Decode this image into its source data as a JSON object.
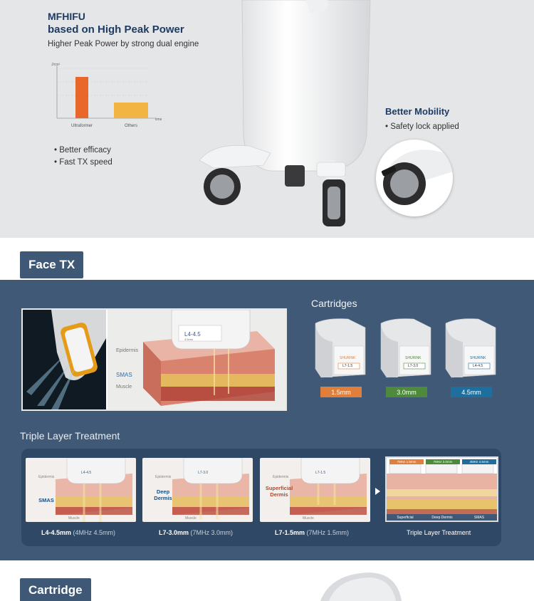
{
  "top": {
    "title_line1": "MFHIFU",
    "title_line2": "based on High Peak Power",
    "subtitle": "Higher Peak Power by strong dual engine",
    "chart_ylabel": "J/cm²",
    "chart_xlabel": "time",
    "bullets": [
      "Better efficacy",
      "Fast TX speed"
    ],
    "mobility_title": "Better Mobility",
    "mobility_bullet": "Safety lock applied"
  },
  "chart_data": {
    "type": "bar",
    "categories": [
      "Ultraformer",
      "Others"
    ],
    "values": [
      1.0,
      0.38
    ],
    "ylabel": "J/cm²",
    "xlabel": "time",
    "colors": [
      "#e8672a",
      "#f2b544"
    ]
  },
  "face_tx": {
    "tab_label": "Face TX",
    "hero_cartridge_text": "L4-4.5",
    "hero_cartridge_small": "4.5mm",
    "hero_layers": [
      "Epidermis",
      "SMAS",
      "Muscle"
    ],
    "cartridges_title": "Cartridges",
    "cartridges": [
      {
        "label": "1.5mm",
        "color": "#e07f3b",
        "code": "L7-1.5",
        "brand": "SHURINK"
      },
      {
        "label": "3.0mm",
        "color": "#4f8a3c",
        "code": "L7-3.0",
        "brand": "SHURINK"
      },
      {
        "label": "4.5mm",
        "color": "#1f6f9e",
        "code": "L4-4.5",
        "brand": "SHURINK"
      }
    ],
    "triple_title": "Triple Layer Treatment",
    "panels": [
      {
        "code": "L4-4.5",
        "layer": "SMAS",
        "top_label": "Epidermis",
        "bottom_label": "Muscle",
        "cap_main": "L4-4.5mm",
        "cap_sub": " (4MHz 4.5mm)"
      },
      {
        "code": "L7-3.0",
        "layer": "Deep Dermis",
        "top_label": "Epidermis",
        "bottom_label": "Muscle",
        "cap_main": "L7-3.0mm",
        "cap_sub": " (7MHz 3.0mm)"
      },
      {
        "code": "L7-1.5",
        "layer": "Superficial Dermis",
        "top_label": "Epidermis",
        "bottom_label": "Muscle",
        "cap_main": "L7-1.5mm",
        "cap_sub": " (7MHz 1.5mm)"
      }
    ],
    "final_heads": [
      "7MHz 1.5mm",
      "7MHz 3.0mm",
      "4MHz 4.5mm"
    ],
    "final_head_colors": [
      "#e07f3b",
      "#4f8a3c",
      "#1f6f9e"
    ],
    "final_layers": [
      "Superficial",
      "Deep Dermis",
      "SMAS"
    ],
    "final_caption": "Triple Layer Treatment"
  },
  "cartridge_section": {
    "tab_label": "Cartridge"
  }
}
